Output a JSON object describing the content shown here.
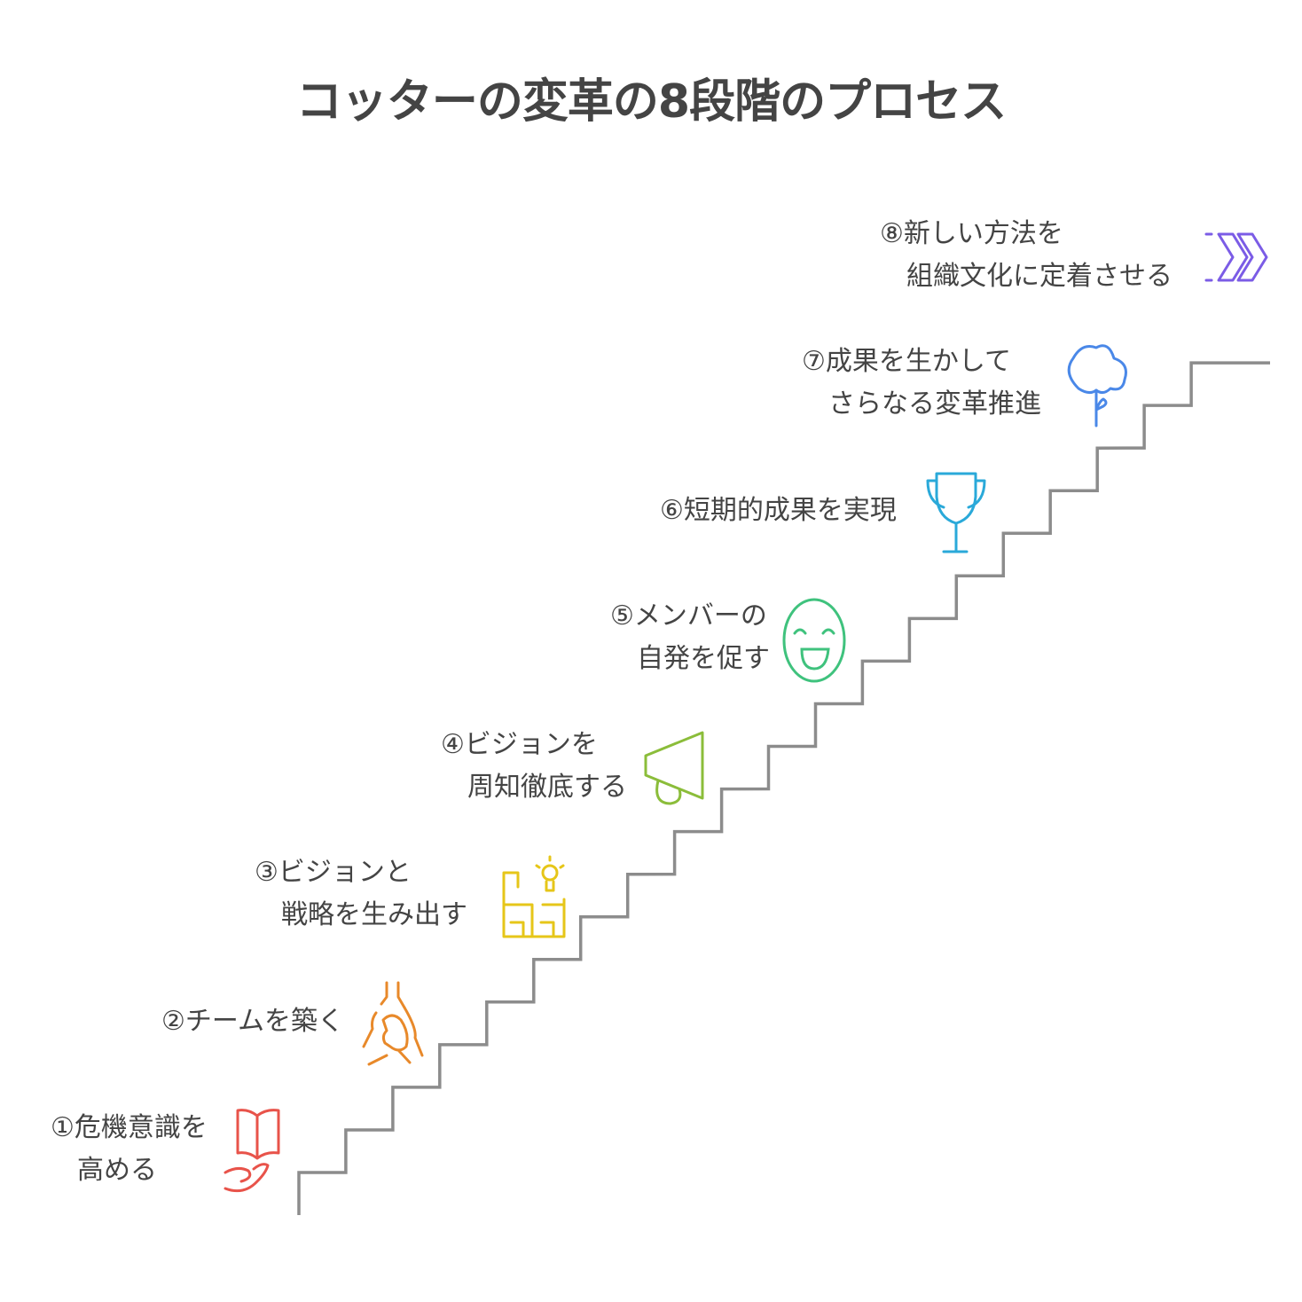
{
  "title": "コッターの変革の8段階のプロセス",
  "steps": [
    {
      "line1": "①危機意識を",
      "line2": "高める",
      "icon": "book-in-hand-icon",
      "color": "#e8534a"
    },
    {
      "line1": "②チームを築く",
      "line2": "",
      "icon": "clasped-hands-icon",
      "color": "#e8892a"
    },
    {
      "line1": "③ビジョンと",
      "line2": "戦略を生み出す",
      "icon": "idea-plan-icon",
      "color": "#e6c619"
    },
    {
      "line1": "④ビジョンを",
      "line2": "周知徹底する",
      "icon": "megaphone-icon",
      "color": "#8bbd3a"
    },
    {
      "line1": "⑤メンバーの",
      "line2": "自発を促す",
      "icon": "smiley-face-icon",
      "color": "#3fc27d"
    },
    {
      "line1": "⑥短期的成果を実現",
      "line2": "",
      "icon": "trophy-icon",
      "color": "#2aa9d9"
    },
    {
      "line1": "⑦成果を生かして",
      "line2": "さらなる変革推進",
      "icon": "tree-icon",
      "color": "#4a88e8"
    },
    {
      "line1": "⑧新しい方法を",
      "line2": "組織文化に定着させる",
      "icon": "double-chevron-right-icon",
      "color": "#7b5ce6"
    }
  ],
  "staircase_color": "#8c8c8c"
}
